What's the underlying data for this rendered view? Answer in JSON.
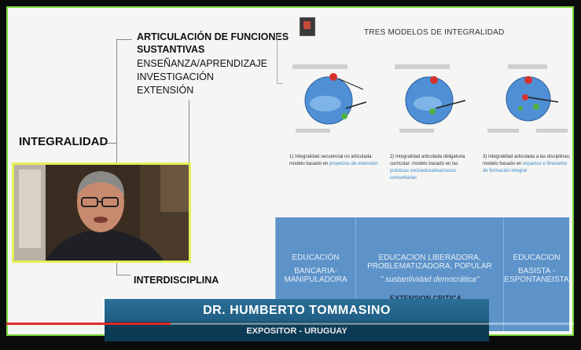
{
  "mindmap": {
    "root": "INTEGRALIDAD",
    "branch_title_line1": "ARTICULACIÓN DE FUNCIONES",
    "branch_title_line2": "SUSTANTIVAS",
    "branch_items": [
      "ENSEÑANZA/APRENDIZAJE",
      "INVESTIGACIÓN",
      "EXTENSIÓN"
    ],
    "second_branch": "INTERDISCIPLINA"
  },
  "slide": {
    "title": "TRES MODELOS DE INTEGRALIDAD",
    "models": [
      {
        "caption_main": "1) Integralidad secuencial no articulada: modelo basado en",
        "caption_link": "proyectos de extensión"
      },
      {
        "caption_main": "2) Integralidad articulada obligatoria curricular: modelo basado en las",
        "caption_link": "prácticas socioeducativas/socio comunitarias"
      },
      {
        "caption_main": "3) Integralidad articulada a las disciplinas: modelo basado en",
        "caption_link": "espacios e itinerarios de formación integral"
      }
    ],
    "columns": [
      {
        "line1": "EDUCACIÓN",
        "line2": "BANCARIA-",
        "line3": "MANIPULADORA"
      },
      {
        "line1": "EDUCACION LIBERADORA,",
        "line2": "PROBLEMATIZADORA, POPULAR",
        "line3": "\" sustantividad democrática\""
      },
      {
        "line1": "EDUCACION",
        "line2": "BASISTA -",
        "line3": "ESPONTANEISTA"
      }
    ],
    "partial_text": "EXTENSION CRITICA"
  },
  "lower_third": {
    "name": "DR. HUMBERTO TOMMASINO",
    "role": "EXPOSITOR - URUGUAY"
  },
  "player": {
    "progress_fraction": 0.29
  },
  "colors": {
    "frame_border": "#7ed93b",
    "name_bar": "#2b6f98",
    "role_bar": "#0c3b55",
    "slide_block": "#5d93c9",
    "progress": "#e12a2a"
  }
}
